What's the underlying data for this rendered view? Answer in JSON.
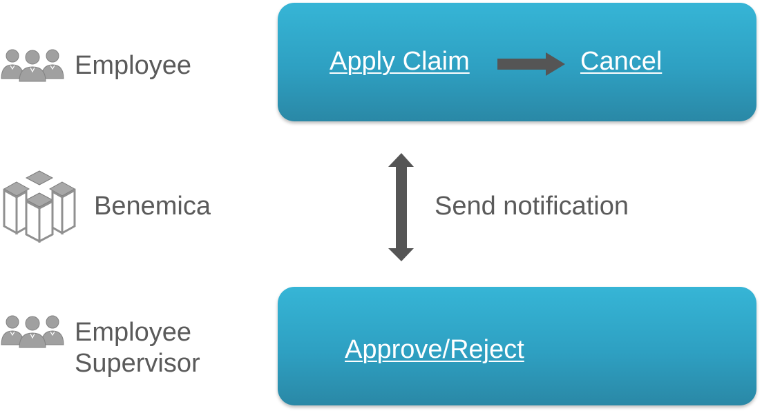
{
  "actors": {
    "employee": {
      "label": "Employee",
      "icon": "people-group-icon"
    },
    "benemica": {
      "label": "Benemica",
      "icon": "cubes-icon"
    },
    "supervisor": {
      "label_line1": "Employee",
      "label_line2": "Supervisor",
      "icon": "people-group-icon"
    }
  },
  "employee_panel": {
    "apply_label": "Apply Claim",
    "cancel_label": "Cancel"
  },
  "notification": {
    "label": "Send notification"
  },
  "supervisor_panel": {
    "approve_label": "Approve/Reject"
  },
  "colors": {
    "panel_top": "#36b5d6",
    "panel_bottom": "#2a88a6",
    "arrow": "#555555",
    "text": "#5a5a5a",
    "icon": "#a0a0a0"
  }
}
